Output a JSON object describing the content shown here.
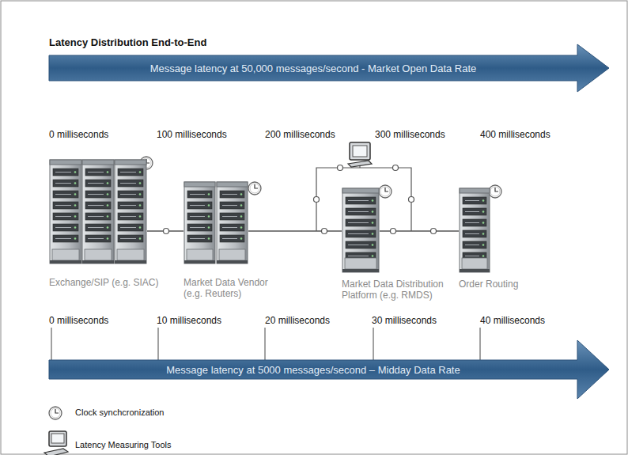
{
  "diagram": {
    "title": "Latency Distribution End-to-End",
    "nodes": [
      {
        "text": [
          "Message latency at 50,000 messages/second - Market Open Data Rate"
        ]
      },
      {
        "text": [
          "Exchange/SIP (e.g. SIAC)"
        ]
      },
      {
        "text": [
          "Market Data Vendor (e.g. Reuters)"
        ]
      },
      {
        "text": [
          "Market Data Distribution Platform (e.g. RMDS)"
        ]
      },
      {
        "text": [
          "Order Routing"
        ]
      },
      {
        "text": [
          "Message latency at 5000 messages/second – Midday Data Rate"
        ]
      }
    ],
    "edges": [
      {
        "from": 1,
        "to": 2,
        "arrow": "none"
      },
      {
        "from": 2,
        "to": 3,
        "arrow": "none"
      },
      {
        "from": 3,
        "to": 4,
        "arrow": "none"
      }
    ],
    "labels": [
      "0 milliseconds",
      "100 milliseconds",
      "200 milliseconds",
      "300 milliseconds",
      "400 milliseconds",
      "0 milliseconds",
      "10 milliseconds",
      "20 milliseconds",
      "30 milliseconds",
      "40 milliseconds"
    ],
    "legend": [
      {
        "text": "Clock synchcronization"
      },
      {
        "text": "Latency Measuring Tools"
      }
    ]
  }
}
